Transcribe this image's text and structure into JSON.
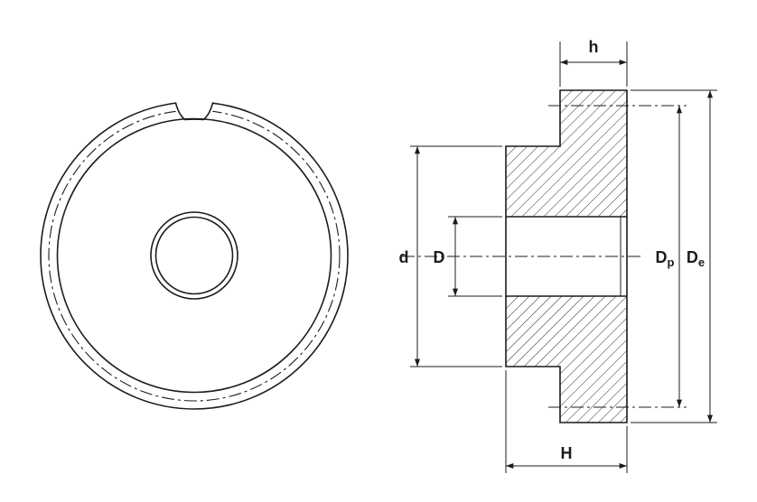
{
  "figure": {
    "colors": {
      "line": "#1c1c1c",
      "background": "#ffffff"
    },
    "labels": {
      "face_width": "h",
      "hub_diameter": "d",
      "bore_diameter": "D",
      "total_width": "H",
      "pitch_diameter_base": "D",
      "pitch_diameter_sub": "p",
      "outside_diameter_base": "D",
      "outside_diameter_sub": "e"
    }
  }
}
